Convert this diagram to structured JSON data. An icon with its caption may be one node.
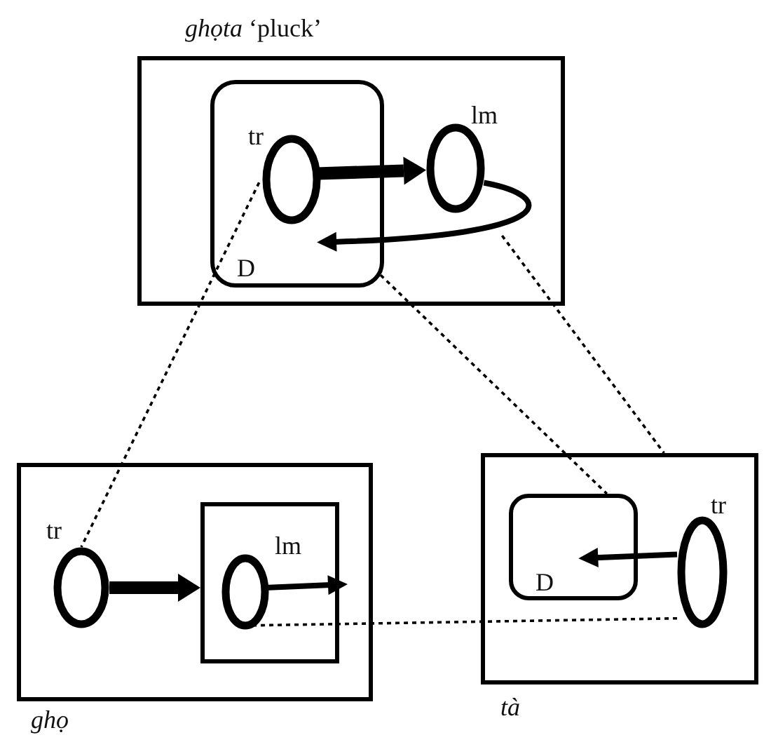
{
  "diagram": {
    "nodes": [
      {
        "text": [
          "*ghọta* ‘pluck’"
        ]
      },
      {
        "text": [
          "D"
        ],
        "in": 0
      },
      {
        "text": [
          "tr"
        ],
        "in": 1
      },
      {
        "text": [
          "lm"
        ],
        "in": 0
      },
      {
        "text": [
          "ghọ"
        ]
      },
      {
        "text": [
          "tr"
        ],
        "in": 4
      },
      {
        "text": [],
        "shape": "box",
        "in": 4
      },
      {
        "text": [
          "lm"
        ],
        "in": 6
      },
      {
        "text": [
          "tà"
        ]
      },
      {
        "text": [
          "D"
        ],
        "in": 8
      },
      {
        "text": [
          "tr"
        ],
        "in": 8
      }
    ],
    "edges": [
      {
        "from": 2,
        "to": 3,
        "arrow": "to",
        "style": "thick"
      },
      {
        "from": 3,
        "to": 1,
        "arrow": "to"
      },
      {
        "from": 2,
        "to": 5,
        "arrow": "none",
        "style": "dashed"
      },
      {
        "from": 1,
        "to": 9,
        "arrow": "none",
        "style": "dashed"
      },
      {
        "from": 3,
        "to": 8,
        "arrow": "none",
        "style": "dashed"
      },
      {
        "from": 5,
        "to": 6,
        "arrow": "to",
        "style": "thick"
      },
      {
        "from": 7,
        "to": null,
        "arrow": "to"
      },
      {
        "from": 7,
        "to": 10,
        "arrow": "none",
        "style": "dashed"
      },
      {
        "from": 10,
        "to": 9,
        "arrow": "to"
      }
    ]
  }
}
